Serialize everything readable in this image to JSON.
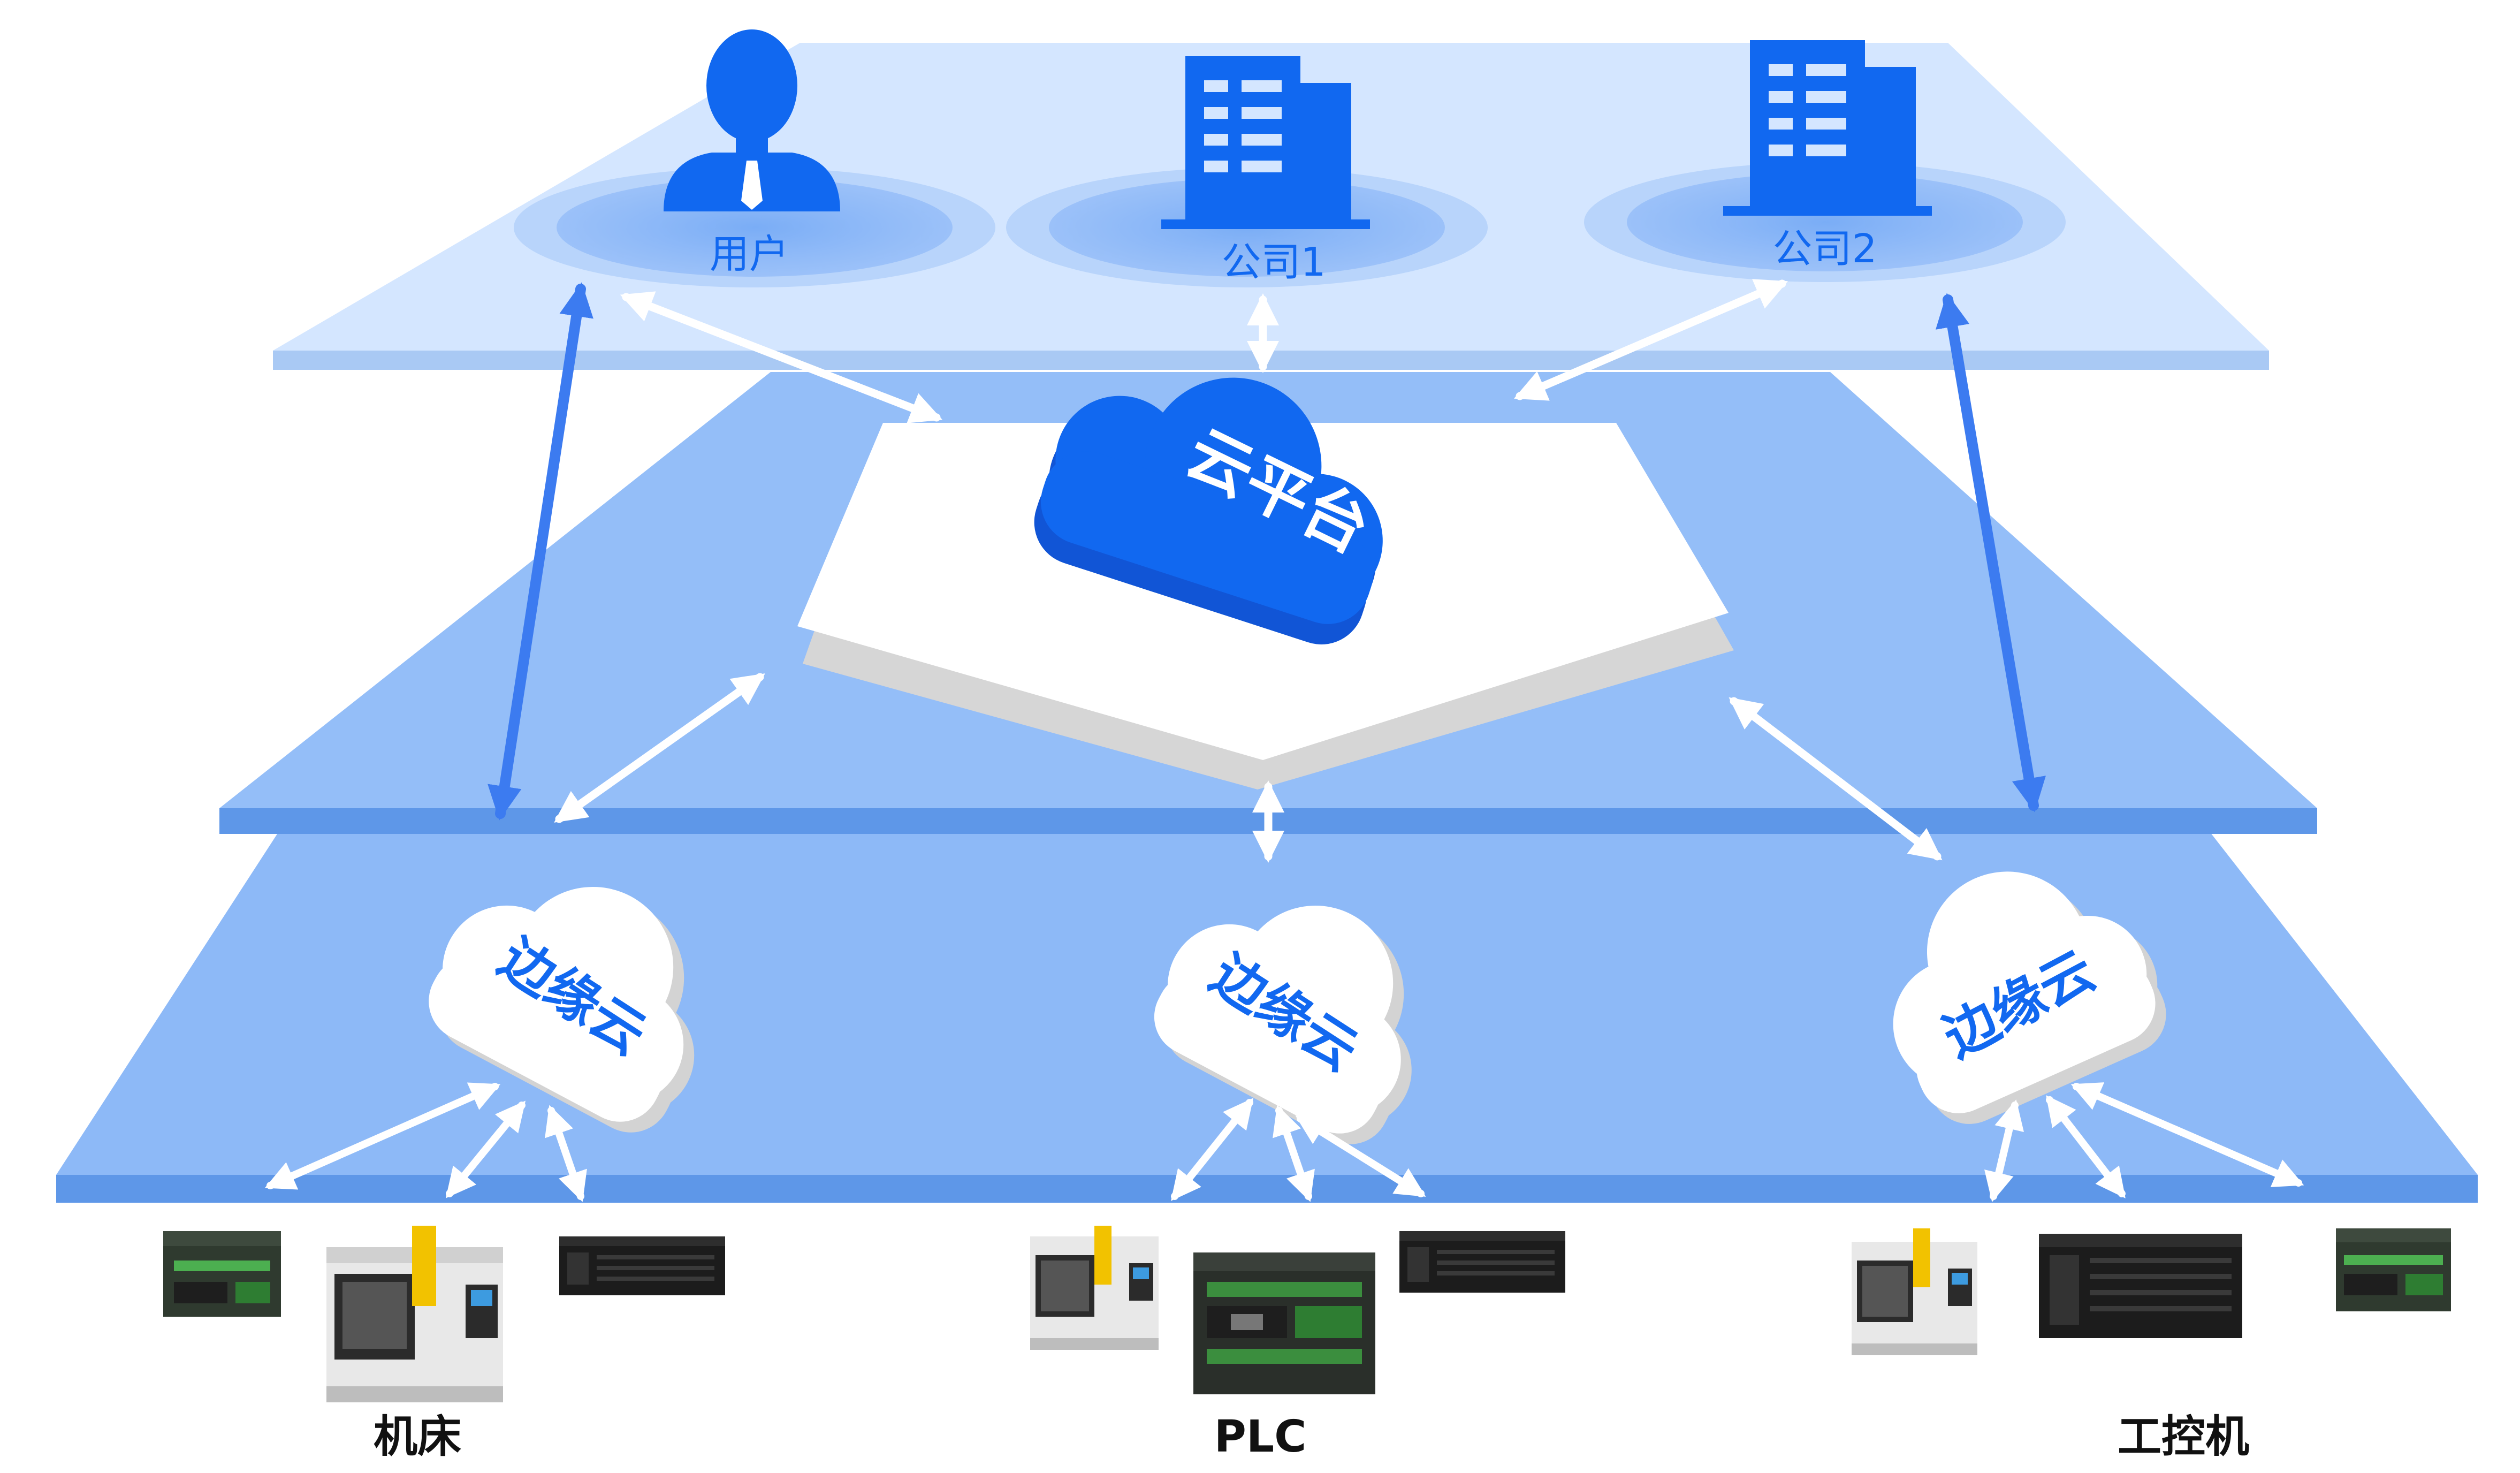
{
  "layers": {
    "top": {
      "nodes": {
        "user": "用户",
        "company1": "公司1",
        "company2": "公司2"
      }
    },
    "middle": {
      "cloud_platform_label": "云平台"
    },
    "edge": {
      "edge_cloud_labels": [
        "边缘云",
        "边缘云",
        "边缘云"
      ]
    },
    "devices": {
      "group_labels": [
        "机床",
        "PLC",
        "工控机"
      ]
    }
  },
  "colors": {
    "layer_top": "#D4E6FF",
    "layer_mid": "#93BDF8",
    "layer_bottom": "#8DB9F7",
    "layer_edge": "#5E97E8",
    "accent_blue": "#1168F0",
    "arrow_white": "#FFFFFF",
    "arrow_blue": "#3C7BF0",
    "device_dark": "#2A2A2A",
    "device_green": "#2E7D32"
  },
  "icons": {
    "user": "person-icon",
    "company": "building-icon",
    "platform": "cloud-icon",
    "edge": "cloud-icon",
    "devices": [
      "plc-icon",
      "cnc-machine-icon",
      "industrial-pc-icon"
    ]
  }
}
